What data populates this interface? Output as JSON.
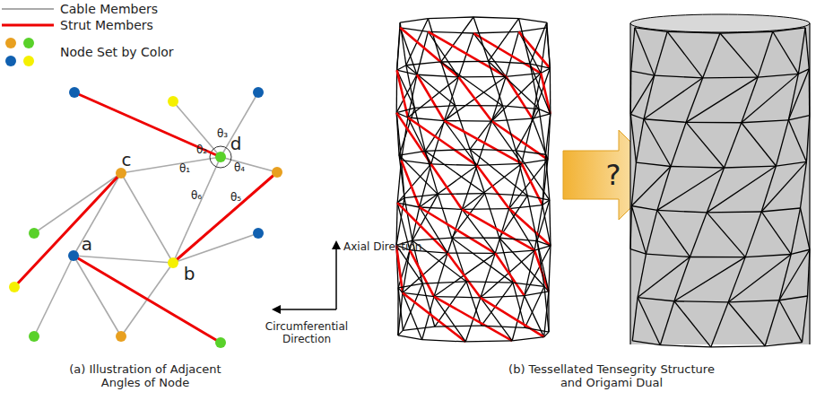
{
  "diagram": {
    "labels": [
      "a",
      "b",
      "c",
      "d",
      "θ₁",
      "θ₂",
      "θ₃",
      "θ₄",
      "θ₅",
      "θ₆",
      "Axial Direction",
      "Circumferential Direction",
      "?",
      "(a) Illustration of Adjacent Angles of Node",
      "(b) Tessellated Tensegrity Structure and Origami Dual"
    ],
    "legend": [
      {
        "text": "Cable Members"
      },
      {
        "text": "Strut Members"
      },
      {
        "text": "Node Set by Color"
      }
    ]
  }
}
